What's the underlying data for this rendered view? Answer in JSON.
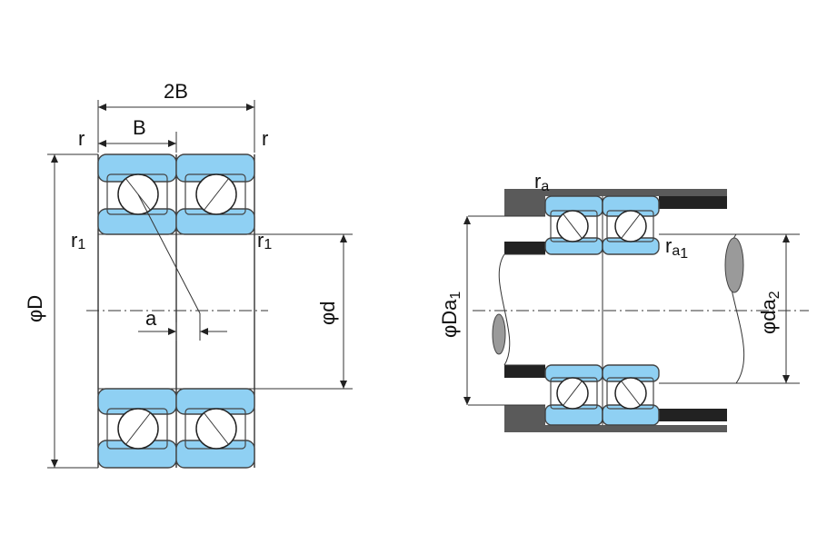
{
  "colors": {
    "ring": "#8fd0f3",
    "housing": "#5a5a5a",
    "shoulder": "#222222",
    "line": "#222222"
  },
  "left": {
    "dim_2B": "2B",
    "dim_B": "B",
    "dim_r_left": "r",
    "dim_r_right": "r",
    "dim_r1_left": "r",
    "dim_r1_left_sub": "1",
    "dim_r1_right": "r",
    "dim_r1_right_sub": "1",
    "dim_D": "φD",
    "dim_d": "φd",
    "dim_a": "a"
  },
  "right": {
    "dim_ra": "r",
    "dim_ra_sub": "a",
    "dim_ra1": "r",
    "dim_ra1_sub": "a",
    "dim_ra1_sub2": "1",
    "dim_Da1": "φDa",
    "dim_Da1_sub": "1",
    "dim_da2": "φda",
    "dim_da2_sub": "2"
  }
}
